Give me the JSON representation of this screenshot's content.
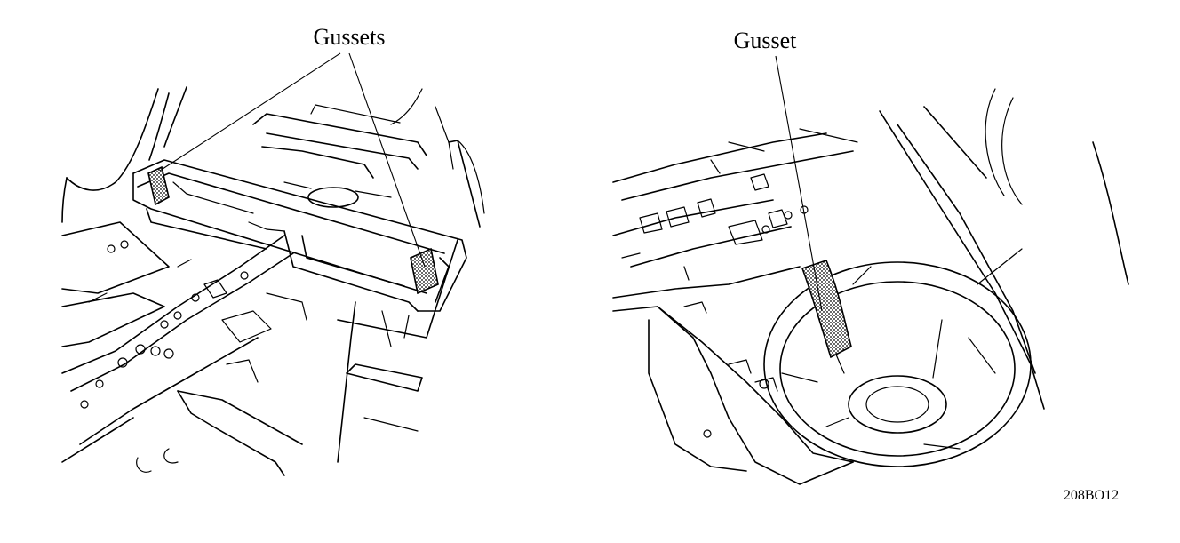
{
  "left_panel": {
    "callout": "Gussets"
  },
  "right_panel": {
    "callout": "Gusset"
  },
  "figure_code": "208BO12"
}
